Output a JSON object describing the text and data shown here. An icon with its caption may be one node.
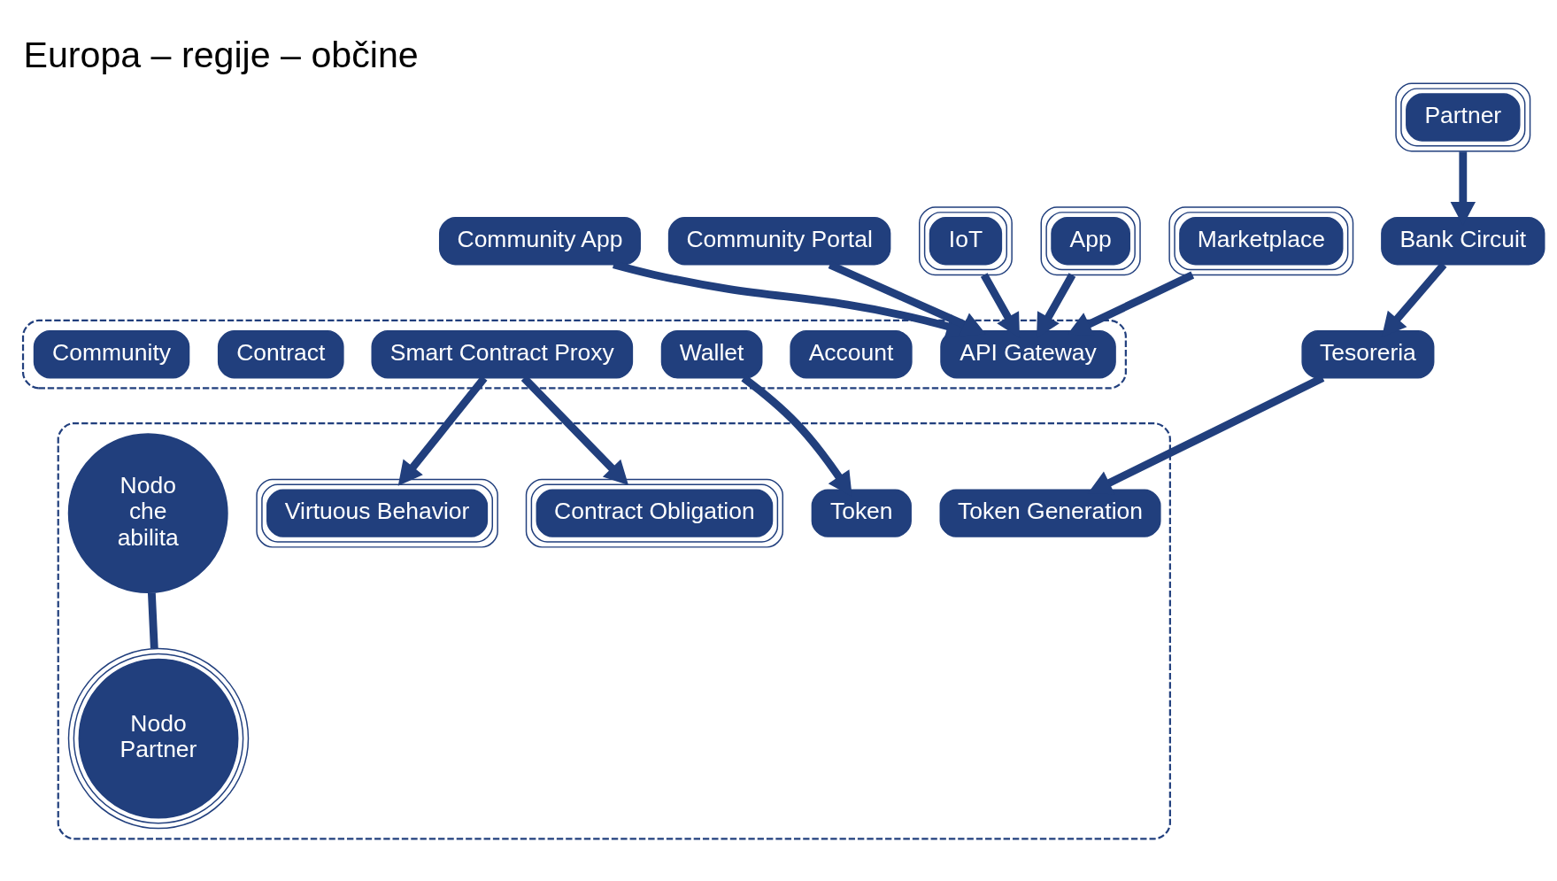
{
  "diagram": {
    "title": "Europa – regije – občine",
    "nodes": [
      {
        "text": [
          "Community App"
        ]
      },
      {
        "text": [
          "Community Portal"
        ]
      },
      {
        "text": [
          "IoT"
        ]
      },
      {
        "text": [
          "App"
        ]
      },
      {
        "text": [
          "Marketplace"
        ]
      },
      {
        "text": [
          "Partner"
        ]
      },
      {
        "text": [
          "Bank Circuit"
        ]
      },
      {
        "text": [],
        "shape": "box"
      },
      {
        "text": [
          "API Gateway"
        ],
        "in": 7
      },
      {
        "text": [
          "Account"
        ],
        "in": 7
      },
      {
        "text": [
          "Wallet"
        ],
        "in": 7
      },
      {
        "text": [
          "Smart Contract Proxy"
        ],
        "in": 7
      },
      {
        "text": [
          "Contract"
        ],
        "in": 7
      },
      {
        "text": [
          "Community"
        ],
        "in": 7
      },
      {
        "text": [
          "Tesoreria"
        ]
      },
      {
        "text": [],
        "shape": "box"
      },
      {
        "text": [
          "Token"
        ],
        "in": 15
      },
      {
        "text": [
          "Contract Obligation"
        ],
        "in": 15
      },
      {
        "text": [
          "Virtuous Behavior"
        ],
        "in": 15
      },
      {
        "text": [
          "Token Generation"
        ],
        "in": 15
      },
      {
        "text": [
          "Nodo che abilita"
        ],
        "in": 15
      },
      {
        "text": [
          "Nodo Partner"
        ],
        "in": 15
      }
    ],
    "edges": [
      {
        "from": 0,
        "to": 8,
        "arrow": "to"
      },
      {
        "from": 1,
        "to": 8,
        "arrow": "to"
      },
      {
        "from": 2,
        "to": 8,
        "arrow": "to"
      },
      {
        "from": 3,
        "to": 8,
        "arrow": "to"
      },
      {
        "from": 4,
        "to": 8,
        "arrow": "to"
      },
      {
        "from": 5,
        "to": 6,
        "arrow": "to"
      },
      {
        "from": 6,
        "to": 14,
        "arrow": "to"
      },
      {
        "from": 10,
        "to": 16,
        "arrow": "to"
      },
      {
        "from": 11,
        "to": 17,
        "arrow": "to"
      },
      {
        "from": 11,
        "to": 18,
        "arrow": "to"
      },
      {
        "from": 14,
        "to": 19,
        "arrow": "to"
      },
      {
        "from": 20,
        "to": 21,
        "arrow": "none"
      }
    ]
  }
}
